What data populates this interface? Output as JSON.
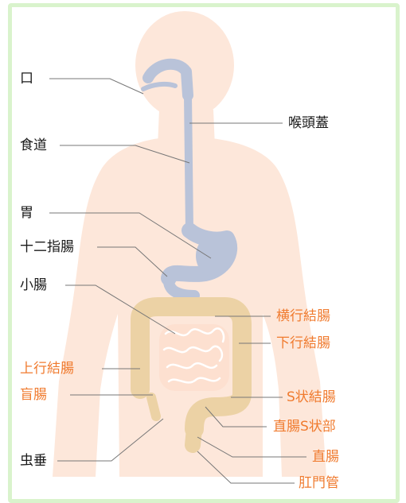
{
  "colors": {
    "frame": "#d9f3cc",
    "body_silhouette": "#fde7da",
    "upper_tract": "#b9c3d9",
    "large_intestine": "#ecd2a5",
    "small_intestine_lines": "#ffffff",
    "leader_line": "#777777",
    "label_dark": "#1a1a1a",
    "label_orange": "#f07b2f"
  },
  "labels": {
    "mouth": "口",
    "epiglottis": "喉頭蓋",
    "esophagus": "食道",
    "stomach": "胃",
    "duodenum": "十二指腸",
    "small_intestine": "小腸",
    "transverse_colon": "横行結腸",
    "descending_colon": "下行結腸",
    "ascending_colon": "上行結腸",
    "cecum": "盲腸",
    "sigmoid_colon": "S状結腸",
    "rectosigmoid": "直腸S状部",
    "appendix": "虫垂",
    "rectum": "直腸",
    "anal_canal": "肛門管"
  }
}
